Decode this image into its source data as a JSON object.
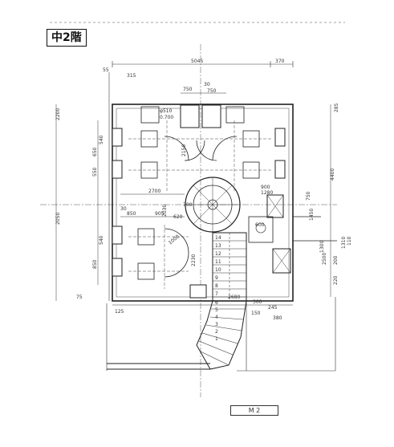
{
  "header": {
    "floor_label": "中2階"
  },
  "footer": {
    "sheet_no": "M 2"
  },
  "dims": {
    "top_total": "5045",
    "top_right": "370",
    "left_55": "55",
    "left_315": "315",
    "upper_750a": "750",
    "upper_30": "30",
    "upper_750b": "750",
    "phi510": "φ510",
    "d0700": "0.700",
    "v2150": "2150",
    "h2700": "2700",
    "v2030": "2030",
    "left_total": "2050",
    "upper_left_total": "2200",
    "right_285": "285",
    "right_4400": "4400",
    "right_1450": "1450",
    "right_750": "750",
    "right_2500": "2500",
    "right_1300": "1300",
    "right_1310": "1310",
    "right_110": "110",
    "right_200": "200",
    "right_220": "220",
    "c850": "850",
    "c905": "905",
    "c620": "620",
    "c30": "30",
    "c700": "700",
    "c900": "900",
    "c1280": "1280",
    "c600": "600",
    "c1000": "1000",
    "c2230": "2230",
    "l540": "540",
    "l650": "650",
    "l550": "550",
    "l540b": "540",
    "l850": "850",
    "bottom_125": "125",
    "bottom_300": "300",
    "bottom_150": "150",
    "bottom_245": "245",
    "bottom_380": "380",
    "bottom_75": "75",
    "bottom_2680": "2680",
    "stair_nums": [
      "14",
      "13",
      "12",
      "11",
      "10",
      "9",
      "8",
      "7",
      "6",
      "5",
      "4",
      "3",
      "2",
      "1"
    ]
  }
}
